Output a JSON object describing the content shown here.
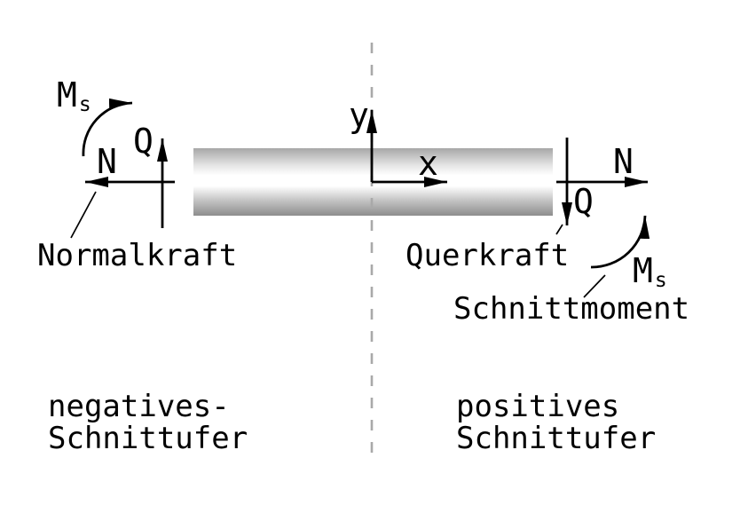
{
  "diagram": {
    "colors": {
      "background": "#ffffff",
      "line": "#000000",
      "dashed_section_line": "#a9a9a9",
      "beam_gradient_top": "#a7a7a7",
      "beam_gradient_middle": "#ffffff",
      "beam_gradient_bottom": "#8d8d8d"
    },
    "axes": {
      "x_label": "x",
      "y_label": "y"
    },
    "left_face": {
      "moment_symbol": {
        "base": "M",
        "sub": "s"
      },
      "shear_symbol": "Q",
      "normal_symbol": "N",
      "normal_annotation": "Normalkraft",
      "caption_line1": "negatives-",
      "caption_line2": "Schnittufer"
    },
    "right_face": {
      "normal_symbol": "N",
      "shear_symbol": "Q",
      "moment_symbol": {
        "base": "M",
        "sub": "s"
      },
      "shear_annotation": "Querkraft",
      "moment_annotation": "Schnittmoment",
      "caption_line1": "positives",
      "caption_line2": "Schnittufer"
    }
  }
}
